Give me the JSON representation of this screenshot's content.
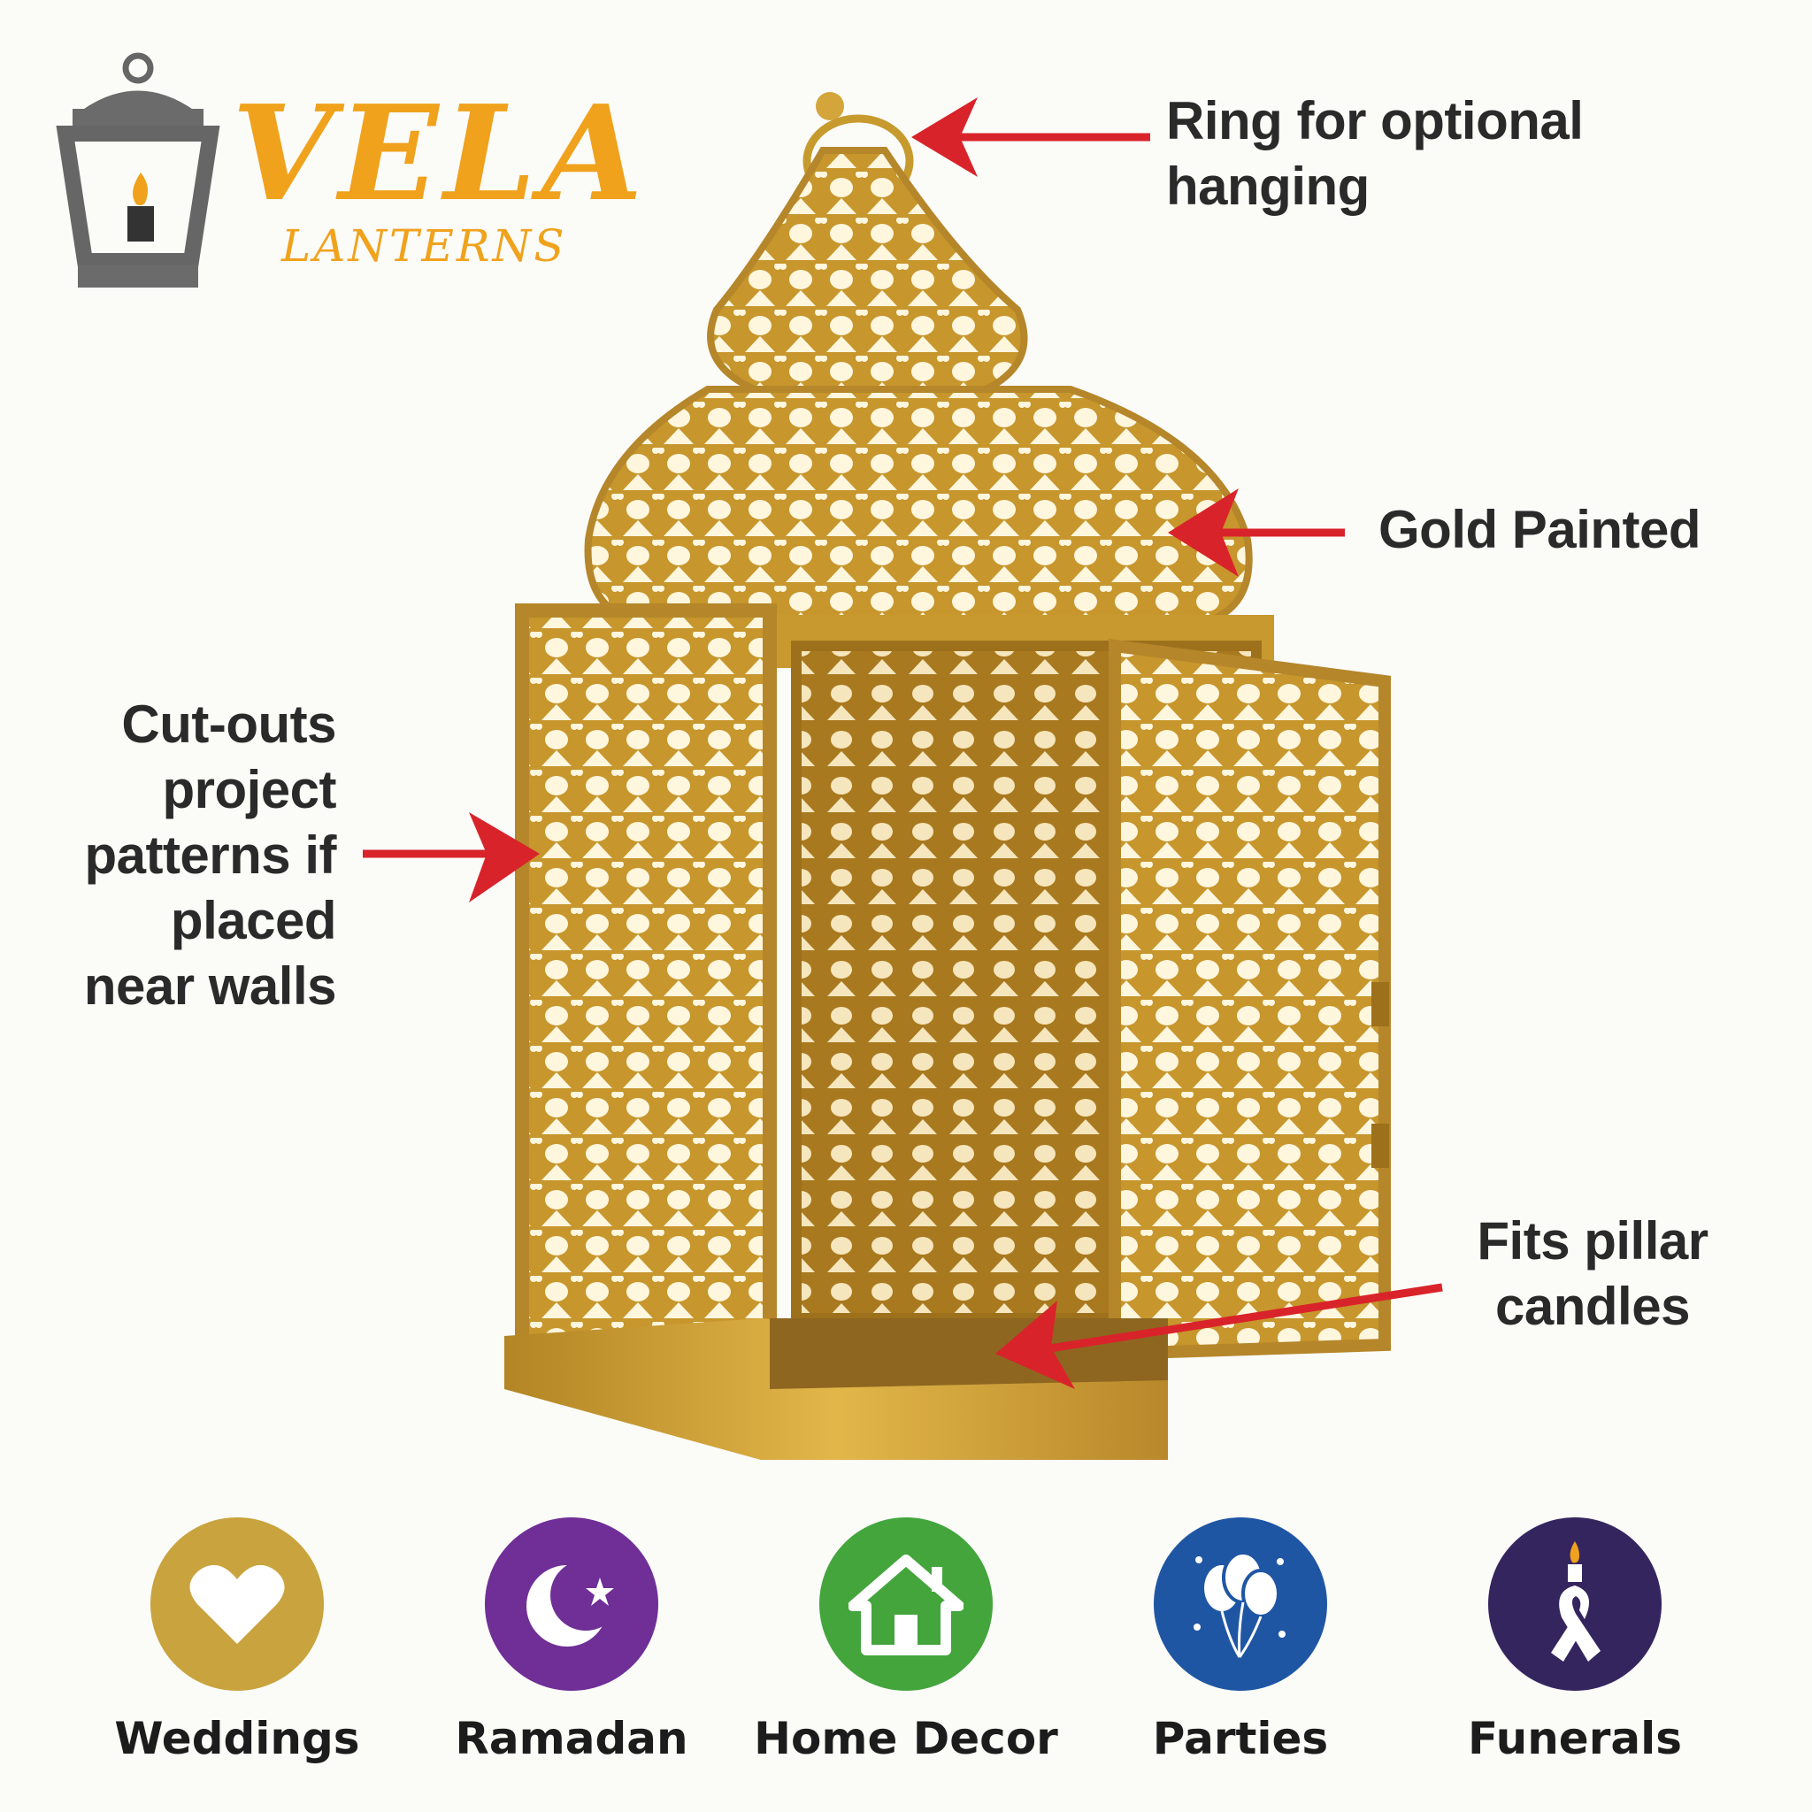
{
  "brand": {
    "name": "VELA",
    "subtitle": "LANTERNS",
    "logo_icon": "lantern-icon"
  },
  "callouts": {
    "ring": {
      "line1": "Ring for optional",
      "line2": "hanging"
    },
    "gold": "Gold Painted",
    "cutouts": [
      "Cut-outs",
      "project",
      "patterns if",
      "placed",
      "near walls"
    ],
    "pillar": {
      "line1": "Fits pillar",
      "line2": "candles"
    }
  },
  "uses": [
    {
      "label": "Weddings",
      "icon": "heart-icon",
      "color": "#c9a33d"
    },
    {
      "label": "Ramadan",
      "icon": "crescent-star-icon",
      "color": "#6f2f96"
    },
    {
      "label": "Home Decor",
      "icon": "house-icon",
      "color": "#43a53c"
    },
    {
      "label": "Parties",
      "icon": "balloons-icon",
      "color": "#1f56a4"
    },
    {
      "label": "Funerals",
      "icon": "candle-ribbon-icon",
      "color": "#35255f"
    }
  ],
  "colors": {
    "gold": "#c79a2e",
    "arrow": "#d9232a",
    "brand": "#f0a21c"
  }
}
